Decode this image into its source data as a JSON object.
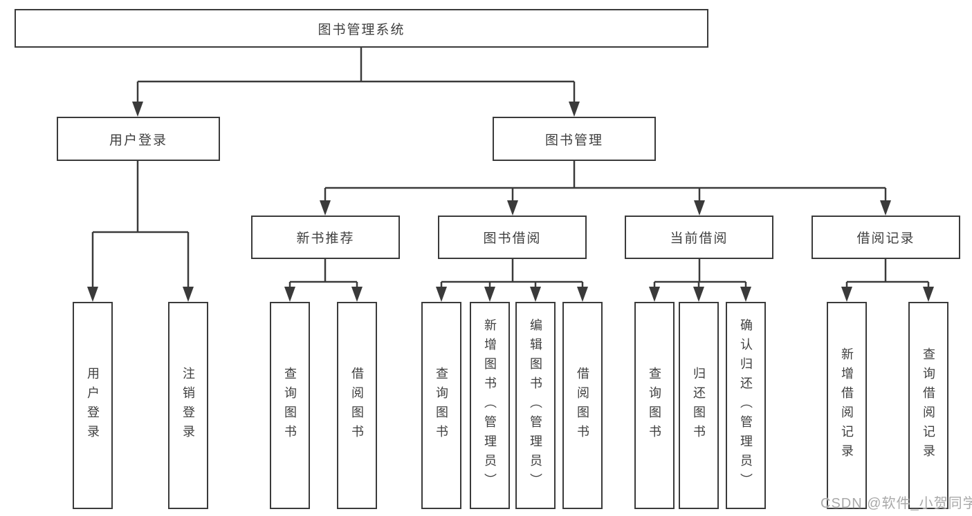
{
  "tree": {
    "label": "图书管理系统",
    "children": [
      {
        "label": "用户登录",
        "children": [
          {
            "label": "用户登录"
          },
          {
            "label": "注销登录"
          }
        ]
      },
      {
        "label": "图书管理",
        "children": [
          {
            "label": "新书推荐",
            "children": [
              {
                "label": "查询图书"
              },
              {
                "label": "借阅图书"
              }
            ]
          },
          {
            "label": "图书借阅",
            "children": [
              {
                "label": "查询图书"
              },
              {
                "label": "新增图书（管理员）"
              },
              {
                "label": "编辑图书（管理员）"
              },
              {
                "label": "借阅图书"
              }
            ]
          },
          {
            "label": "当前借阅",
            "children": [
              {
                "label": "查询图书"
              },
              {
                "label": "归还图书"
              },
              {
                "label": "确认归还（管理员）"
              }
            ]
          },
          {
            "label": "借阅记录",
            "children": [
              {
                "label": "新增借阅记录"
              },
              {
                "label": "查询借阅记录"
              }
            ]
          }
        ]
      }
    ]
  },
  "colors": {
    "line": "#3a3a3a",
    "text": "#3f3f3f",
    "watermark": "#a9a9a9",
    "background": "#ffffff"
  },
  "watermark": "CSDN @软件_小贺同学"
}
